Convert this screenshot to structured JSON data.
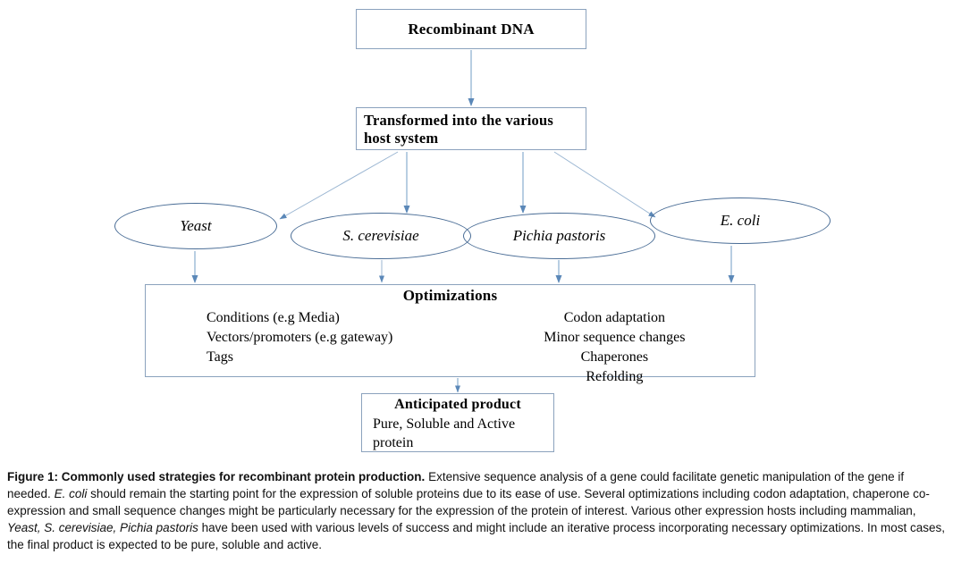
{
  "figure": {
    "nodes": {
      "recombinant_dna": {
        "title": "Recombinant DNA"
      },
      "transformed": {
        "line1": "Transformed into the various",
        "line2": "host system"
      },
      "hosts": [
        {
          "id": "yeast",
          "label": "Yeast"
        },
        {
          "id": "s-cerevisiae",
          "label": "S. cerevisiae"
        },
        {
          "id": "pichia-pastoris",
          "label": "Pichia pastoris"
        },
        {
          "id": "e-coli",
          "label": "E. coli"
        }
      ],
      "optimizations": {
        "title": "Optimizations",
        "left_column": [
          "Conditions (e.g Media)",
          "Vectors/promoters (e.g gateway)",
          "Tags"
        ],
        "right_column": [
          "Codon adaptation",
          "Minor sequence changes",
          "Chaperones",
          "Refolding"
        ]
      },
      "anticipated_product": {
        "title": "Anticipated product",
        "line1": "Pure, Soluble and  Active",
        "line2": "protein"
      }
    },
    "colors": {
      "box_border": "#8ba2bd",
      "ellipse_border": "#4a6d96",
      "arrow": "#5b88b8"
    },
    "caption": {
      "label": "Figure 1: Commonly used strategies for recombinant protein production.",
      "text_1": " Extensive sequence analysis of a gene could facilitate genetic manipulation of the gene if needed. ",
      "italic_1": "E. coli",
      "text_2": " should remain the starting point for the expression of soluble proteins due to its ease of use. Several optimizations including codon adaptation, chaperone co-expression and small sequence changes might be particularly necessary for the expression of the protein of interest. Various other expression hosts including mammalian, ",
      "italic_2": "Yeast, S. cerevisiae, Pichia pastoris",
      "text_3": " have been used with various levels of success and might include an iterative process incorporating necessary optimizations. In most cases, the final product is expected to be pure, soluble and active."
    }
  }
}
